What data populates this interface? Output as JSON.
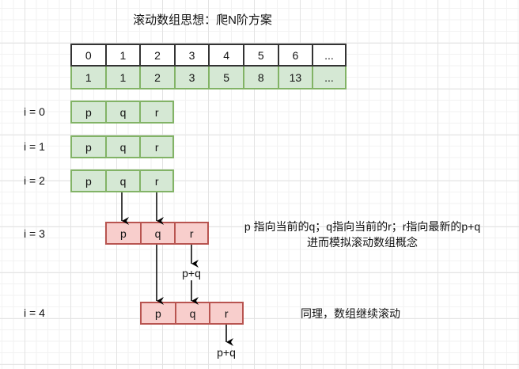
{
  "title": "滚动数组思想：爬N阶方案",
  "index_row": [
    "0",
    "1",
    "2",
    "3",
    "4",
    "5",
    "6",
    "..."
  ],
  "value_row": [
    "1",
    "1",
    "2",
    "3",
    "5",
    "8",
    "13",
    "..."
  ],
  "iterations": [
    {
      "label": "i = 0",
      "cells": [
        "p",
        "q",
        "r"
      ],
      "color": "green"
    },
    {
      "label": "i = 1",
      "cells": [
        "p",
        "q",
        "r"
      ],
      "color": "green"
    },
    {
      "label": "i = 2",
      "cells": [
        "p",
        "q",
        "r"
      ],
      "color": "green"
    },
    {
      "label": "i = 3",
      "cells": [
        "p",
        "q",
        "r"
      ],
      "color": "red"
    },
    {
      "label": "i = 4",
      "cells": [
        "p",
        "q",
        "r"
      ],
      "color": "red"
    }
  ],
  "sum_label_1": "p+q",
  "sum_label_2": "p+q",
  "note_1_line1": "p 指向当前的q；q指向当前的r；r指向最新的p+q",
  "note_1_line2": "进而模拟滚动数组概念",
  "note_2": "同理，数组继续滚动",
  "colors": {
    "green_fill": "#d5e8d4",
    "green_stroke": "#82b366",
    "red_fill": "#f8cecc",
    "red_stroke": "#b85450"
  }
}
